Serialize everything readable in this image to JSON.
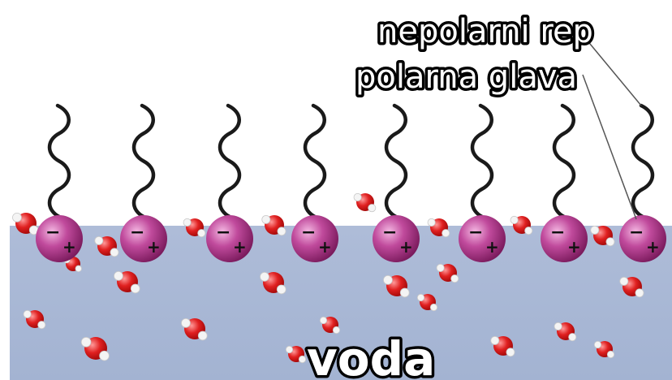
{
  "labels": {
    "tail": "nepolarni rep",
    "head": "polarna glava",
    "water": "voda"
  },
  "symbols": {
    "negative": "−",
    "positive": "+"
  },
  "colors": {
    "water": "#a9b9d6",
    "head": "#b0368c",
    "head_highlight": "#f0a6d8",
    "tail": "#1a1a1a",
    "water_molecule": "#e02020",
    "pointer_line": "#555555"
  },
  "molecule_count": 8
}
